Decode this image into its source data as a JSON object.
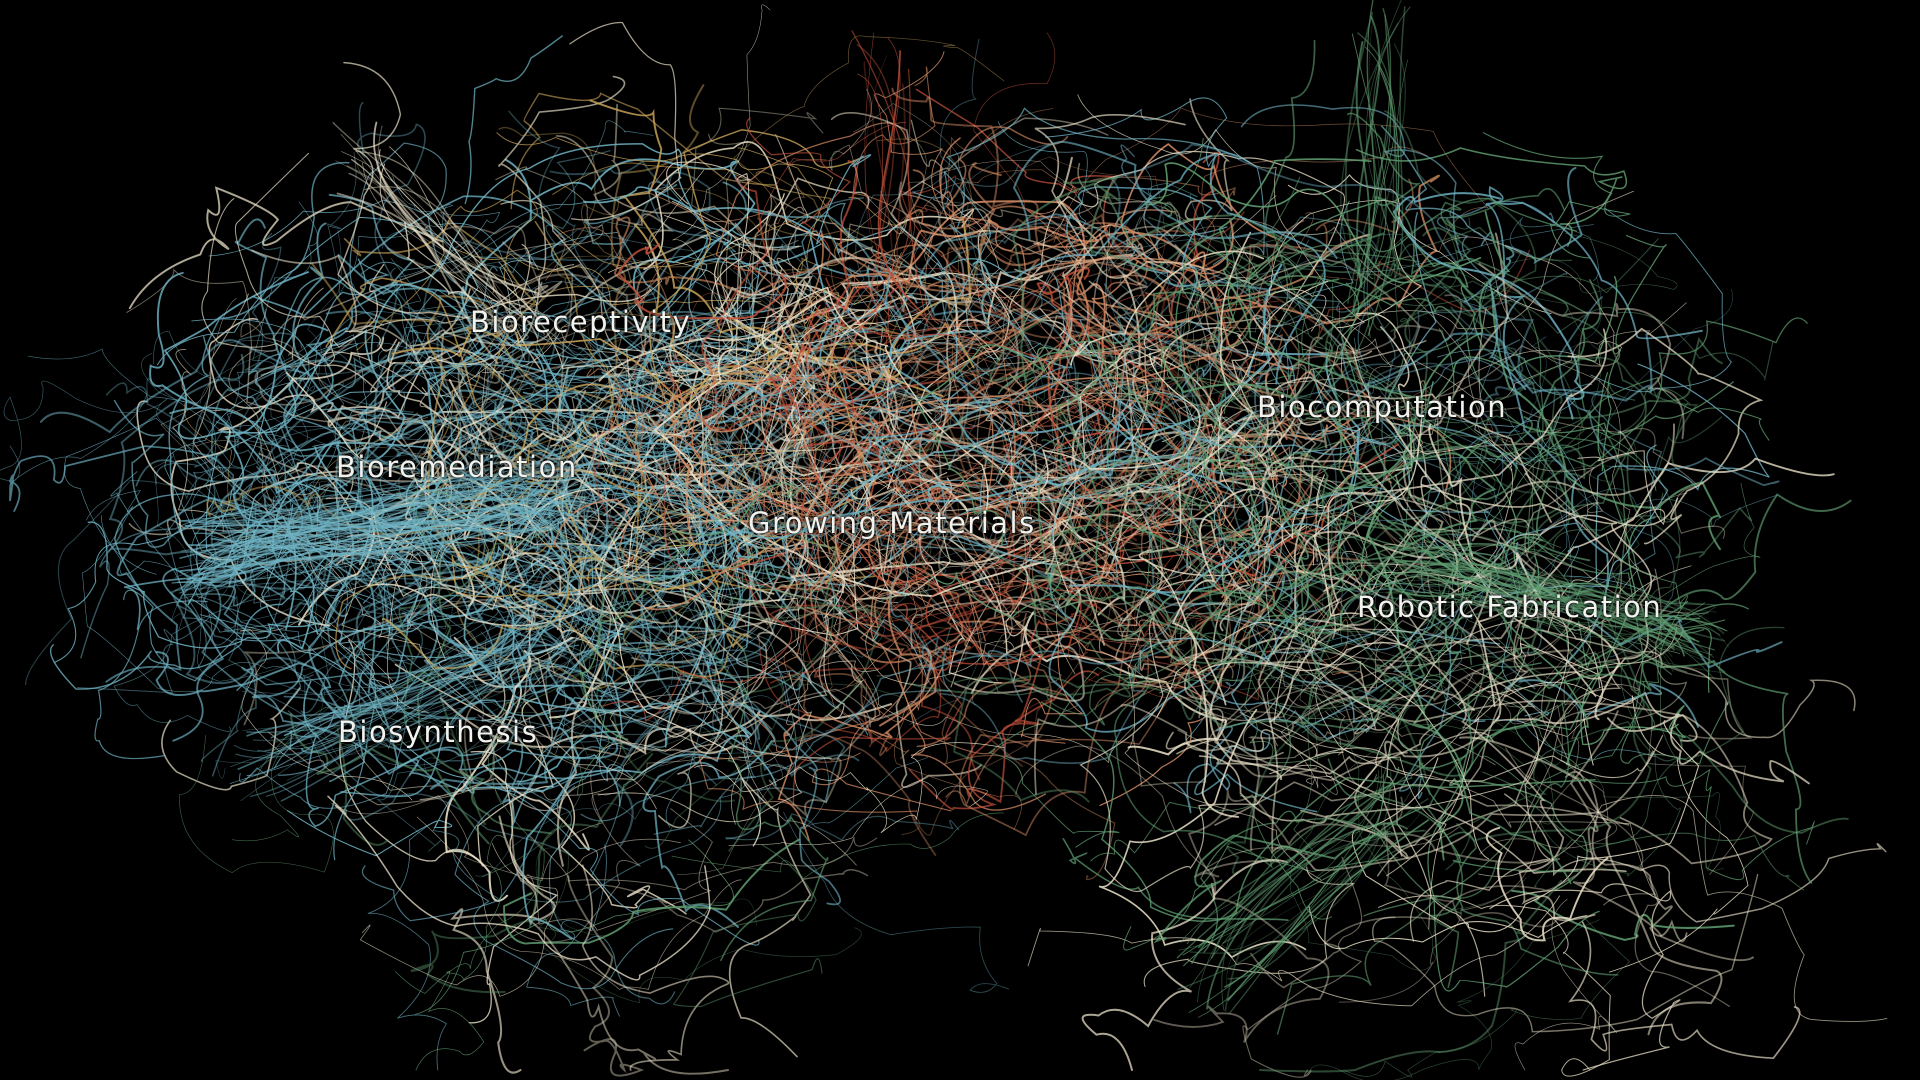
{
  "labels": {
    "bioreceptivity": "Bioreceptivity",
    "bioremediation": "Bioremediation",
    "growing_materials": "Growing Materials",
    "biocomputation": "Biocomputation",
    "robotic_fabrication": "Robotic Fabrication",
    "biosynthesis": "Biosynthesis"
  },
  "colors": {
    "background": "#000000",
    "label_text": "#f2f2ee",
    "fiber_teal": "#6fb3c4",
    "fiber_cream": "#e8dfc6",
    "fiber_copper": "#d08a63",
    "fiber_red": "#c2503a",
    "fiber_green": "#5f9c70",
    "fiber_gold": "#c9a55a"
  }
}
